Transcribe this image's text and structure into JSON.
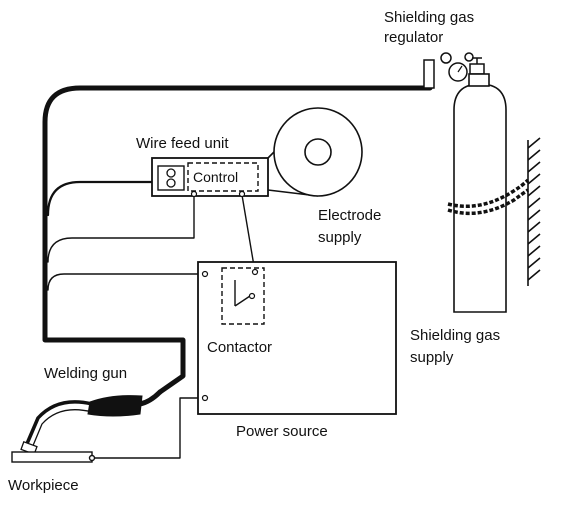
{
  "diagram": {
    "labels": {
      "gas_regulator_line1": "Shielding gas",
      "gas_regulator_line2": "regulator",
      "wire_feed_unit": "Wire feed unit",
      "control": "Control",
      "electrode_supply_line1": "Electrode",
      "electrode_supply_line2": "supply",
      "contactor": "Contactor",
      "welding_gun": "Welding gun",
      "power_source": "Power source",
      "workpiece": "Workpiece",
      "gas_supply_line1": "Shielding gas",
      "gas_supply_line2": "supply"
    },
    "colors": {
      "line": "#111111",
      "background": "#ffffff"
    }
  }
}
